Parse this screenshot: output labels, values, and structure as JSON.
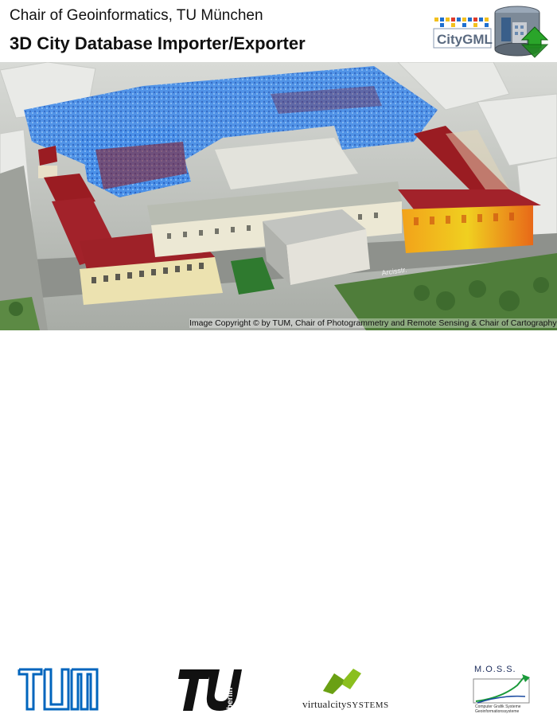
{
  "header": {
    "line1": "Chair of Geoinformatics, TU München",
    "line2": "3D City Database Importer/Exporter"
  },
  "top_logo": {
    "text": "CityGML",
    "icon": "database-arrow-icon"
  },
  "scene": {
    "street_label": "Arcisstr.",
    "copyright": "Image Copyright © by TUM, Chair of Photogrammetry and Remote Sensing & Chair of Cartography"
  },
  "footer": {
    "logos": [
      {
        "name": "tum-logo"
      },
      {
        "name": "tu-berlin-logo"
      },
      {
        "name": "virtualcity-systems-logo",
        "text_a": "virtualcity",
        "text_b": "SYSTEMS"
      },
      {
        "name": "moss-logo",
        "text": "M.O.S.S.",
        "sub": "Computer Grafik Systeme Geoinformationssysteme"
      }
    ]
  },
  "colors": {
    "tum_blue": "#0065bd",
    "roof_red": "#9a1c22",
    "pointcloud_blue": "#4a90e8",
    "vcs_green": "#8bbf1e"
  }
}
